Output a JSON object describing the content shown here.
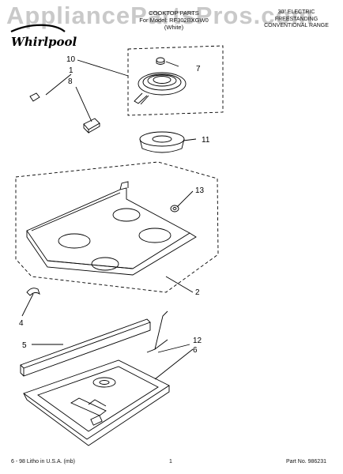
{
  "watermark": "AppliancePartsPros.com",
  "header": {
    "title_line1": "COOKTOP PARTS",
    "title_line2": "For Model: RF302BXGW0",
    "title_line3": "(White)",
    "desc_line1": "30\" ELECTRIC",
    "desc_line2": "FREESTANDING",
    "desc_line3": "CONVENTIONAL RANGE"
  },
  "brand": "Whirlpool",
  "callouts": {
    "c1": "1",
    "c2": "2",
    "c4": "4",
    "c5": "5",
    "c6": "6",
    "c7": "7",
    "c8": "8",
    "c10": "10",
    "c11": "11",
    "c12": "12",
    "c13": "13"
  },
  "footer": {
    "left": "6 - 98 Litho in U.S.A. (mb)",
    "page": "1",
    "part_no": "Part No. 986231"
  }
}
